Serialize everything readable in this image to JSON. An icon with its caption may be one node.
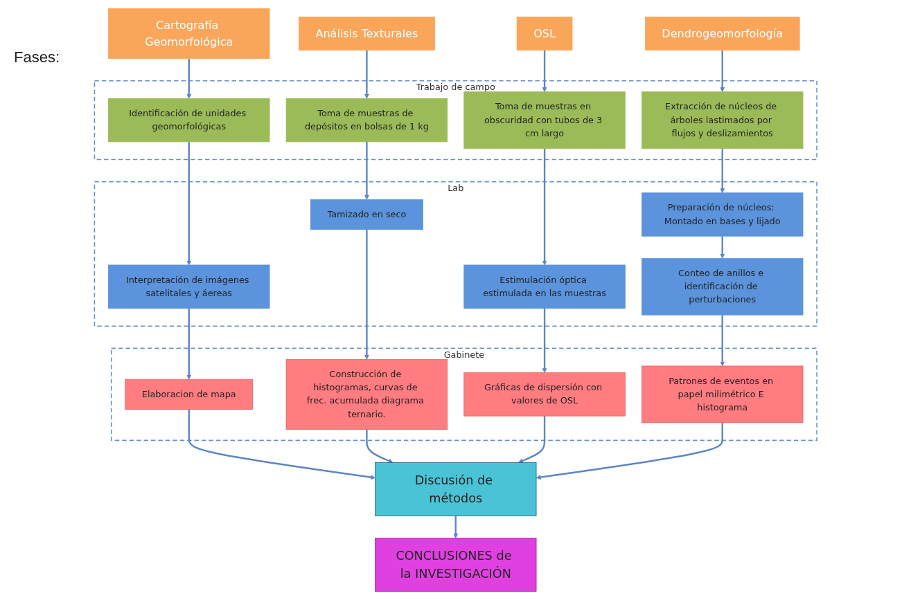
{
  "diagram": {
    "nodes": [
      {
        "text": [
          "Cartografía Geomorfológica"
        ]
      },
      {
        "text": [
          "Análisis Texturales"
        ]
      },
      {
        "text": [
          "OSL"
        ]
      },
      {
        "text": [
          "Dendrogeomorfología"
        ]
      },
      {
        "text": [
          "Trabajo de campo"
        ]
      },
      {
        "text": [
          "Identificación de unidades geomorfológicas"
        ],
        "in": 4
      },
      {
        "text": [
          "Toma de muestras de depósitos en bolsas de 1 kg"
        ],
        "in": 4
      },
      {
        "text": [
          "Toma de muestras en obscuridad con tubos de 3 cm largo"
        ],
        "in": 4
      },
      {
        "text": [
          "Extracción de núcleos de árboles lastimados por flujos y deslizamientos"
        ],
        "in": 4
      },
      {
        "text": [
          "Lab"
        ]
      },
      {
        "text": [
          "Interpretación de imágenes satelitales y áereas"
        ],
        "in": 9
      },
      {
        "text": [
          "Tamizado en seco"
        ],
        "in": 9
      },
      {
        "text": [
          "Estimulación óptica estimulada en las muestras"
        ],
        "in": 9
      },
      {
        "text": [
          "Preparación de núcleos: Montado en bases y lijado"
        ],
        "in": 9
      },
      {
        "text": [
          "Conteo de anillos e identificación de perturbaciones"
        ],
        "in": 9
      },
      {
        "text": [
          "Gabinete"
        ]
      },
      {
        "text": [
          "Elaboracion de mapa"
        ],
        "in": 15
      },
      {
        "text": [
          "Construcción de histogramas, curvas de frec. acumulada diagrama ternario."
        ],
        "in": 15
      },
      {
        "text": [
          "Gráficas de dispersión con valores de OSL"
        ],
        "in": 15
      },
      {
        "text": [
          "Patrones de eventos en papel milimétrico E histograma"
        ],
        "in": 15
      },
      {
        "text": [
          "Discusión de métodos"
        ]
      },
      {
        "text": [
          "CONCLUSIONES de la INVESTIGACIÓN"
        ]
      }
    ],
    "edges": [
      {
        "from": 0,
        "to": 5,
        "arrow": "to"
      },
      {
        "from": 1,
        "to": 6,
        "arrow": "to"
      },
      {
        "from": 2,
        "to": 7,
        "arrow": "to"
      },
      {
        "from": 3,
        "to": 8,
        "arrow": "to"
      },
      {
        "from": 5,
        "to": 10,
        "arrow": "to"
      },
      {
        "from": 6,
        "to": 11,
        "arrow": "to"
      },
      {
        "from": 7,
        "to": 12,
        "arrow": "to"
      },
      {
        "from": 8,
        "to": 13,
        "arrow": "to"
      },
      {
        "from": 13,
        "to": 14,
        "arrow": "to"
      },
      {
        "from": 10,
        "to": 16,
        "arrow": "to"
      },
      {
        "from": 11,
        "to": 17,
        "arrow": "to"
      },
      {
        "from": 12,
        "to": 18,
        "arrow": "to"
      },
      {
        "from": 14,
        "to": 19,
        "arrow": "to"
      },
      {
        "from": 16,
        "to": 20,
        "arrow": "to"
      },
      {
        "from": 17,
        "to": 20,
        "arrow": "to"
      },
      {
        "from": 18,
        "to": 20,
        "arrow": "to"
      },
      {
        "from": 19,
        "to": 20,
        "arrow": "to"
      },
      {
        "from": 20,
        "to": 21,
        "arrow": "to"
      }
    ],
    "labels": [
      "Fases:"
    ]
  }
}
